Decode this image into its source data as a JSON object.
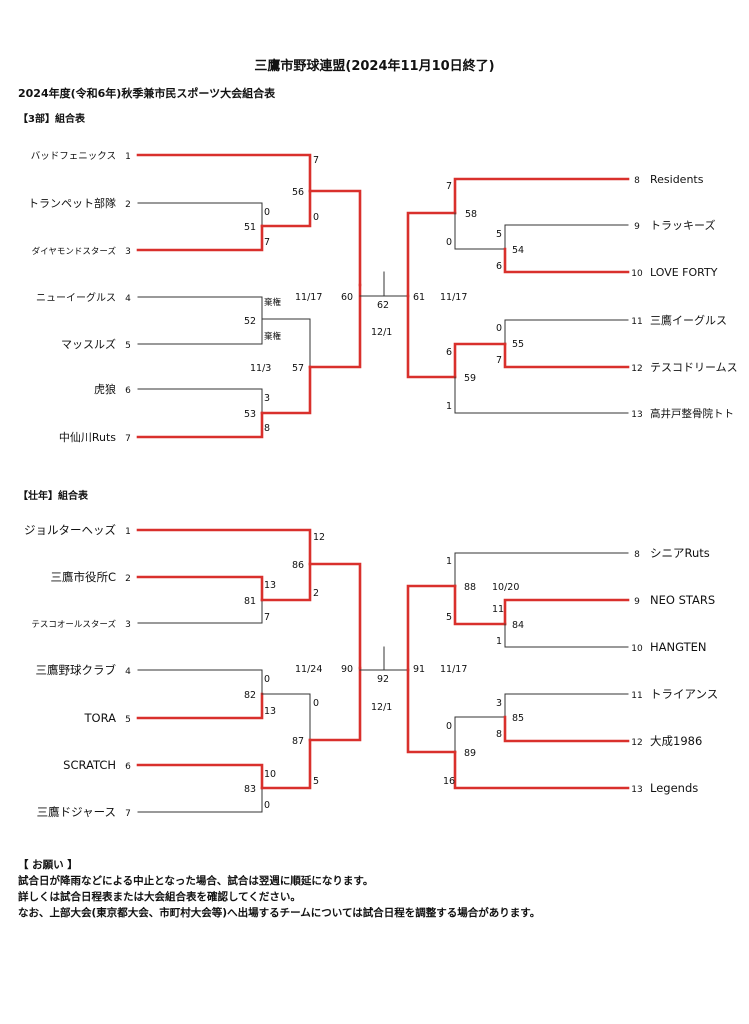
{
  "header": {
    "title": "三鷹市野球連盟(2024年11月10日終了)",
    "subtitle": "2024年度(令和6年)秋季兼市民スポーツ大会組合表"
  },
  "colors": {
    "win": "#d9302c",
    "line": "#333333"
  },
  "sections": [
    {
      "label": "【3部】組合表",
      "left_teams": [
        {
          "seed": "1",
          "name": "バッドフェニックス",
          "small": true
        },
        {
          "seed": "2",
          "name": "トランペット部隊",
          "small": false
        },
        {
          "seed": "3",
          "name": "ダイヤモンドスターズ",
          "small": true
        },
        {
          "seed": "4",
          "name": "ニューイーグルス",
          "small": true
        },
        {
          "seed": "5",
          "name": "マッスルズ",
          "small": false
        },
        {
          "seed": "6",
          "name": "虎狼",
          "small": false
        },
        {
          "seed": "7",
          "name": "中仙川Ruts",
          "small": false
        }
      ],
      "right_teams": [
        {
          "seed": "8",
          "name": "Residents"
        },
        {
          "seed": "9",
          "name": "トラッキーズ"
        },
        {
          "seed": "10",
          "name": "LOVE FORTY"
        },
        {
          "seed": "11",
          "name": "三鷹イーグルス"
        },
        {
          "seed": "12",
          "name": "テスコドリームス"
        },
        {
          "seed": "13",
          "name": "高井戸整骨院トト"
        }
      ],
      "labels": [
        "7",
        "56",
        "0",
        "51",
        "0",
        "7",
        "60",
        "棄権",
        "52",
        "棄権",
        "11/17",
        "11/3",
        "57",
        "3",
        "53",
        "8",
        "62",
        "12/1",
        "7",
        "58",
        "0",
        "61",
        "11/17",
        "5",
        "54",
        "6",
        "0",
        "55",
        "7",
        "6",
        "59",
        "1"
      ]
    },
    {
      "label": "【壮年】組合表",
      "left_teams": [
        {
          "seed": "1",
          "name": "ジョルターヘッズ",
          "small": false
        },
        {
          "seed": "2",
          "name": "三鷹市役所C",
          "small": false
        },
        {
          "seed": "3",
          "name": "テスコオールスターズ",
          "small": true
        },
        {
          "seed": "4",
          "name": "三鷹野球クラブ",
          "small": false
        },
        {
          "seed": "5",
          "name": "TORA",
          "small": false
        },
        {
          "seed": "6",
          "name": "SCRATCH",
          "small": false
        },
        {
          "seed": "7",
          "name": "三鷹ドジャース",
          "small": false
        }
      ],
      "right_teams": [
        {
          "seed": "8",
          "name": "シニアRuts"
        },
        {
          "seed": "9",
          "name": "NEO STARS"
        },
        {
          "seed": "10",
          "name": "HANGTEN"
        },
        {
          "seed": "11",
          "name": "トライアンス"
        },
        {
          "seed": "12",
          "name": "大成1986"
        },
        {
          "seed": "13",
          "name": "Legends"
        }
      ],
      "labels": [
        "12",
        "86",
        "2",
        "13",
        "81",
        "7",
        "90",
        "0",
        "82",
        "13",
        "11/24",
        "0",
        "87",
        "10",
        "83",
        "5",
        "0",
        "92",
        "12/1",
        "1",
        "88",
        "5",
        "10/20",
        "11",
        "84",
        "1",
        "91",
        "11/17",
        "3",
        "85",
        "8",
        "0",
        "89",
        "16"
      ]
    }
  ],
  "notes": [
    "【 お願い 】",
    "試合日が降雨などによる中止となった場合、試合は翌週に順延になります。",
    "詳しくは試合日程表または大会組合表を確認してください。",
    "なお、上部大会(東京都大会、市町村大会等)へ出場するチームについては試合日程を調整する場合があります。"
  ]
}
